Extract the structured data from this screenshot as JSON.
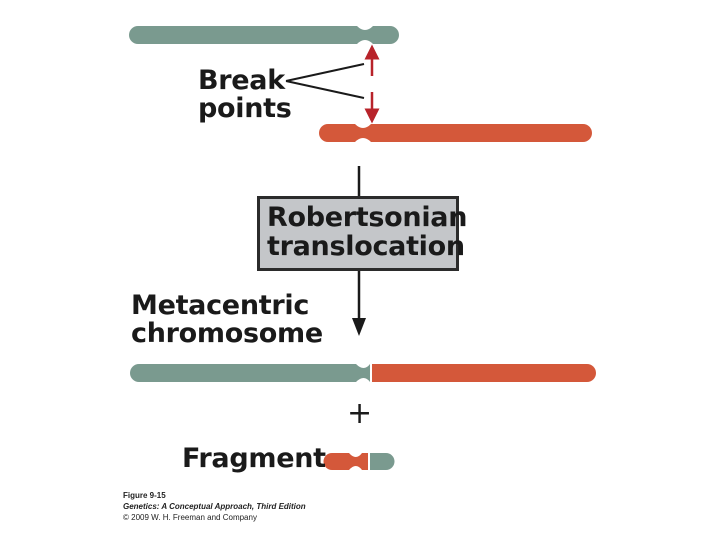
{
  "colors": {
    "chromosome_gray": "#7a9a8f",
    "chromosome_orange": "#d4583a",
    "arrow_red": "#b8232a",
    "box_fill": "#c4c6c9"
  },
  "labels": {
    "break_points": [
      "Break",
      "points"
    ],
    "process": [
      "Robertsonian",
      "translocation"
    ],
    "metacentric": [
      "Metacentric",
      "chromosome"
    ],
    "plus": "+",
    "fragment": "Fragment"
  },
  "caption": {
    "figure": "Figure 9-15",
    "book": "Genetics: A Conceptual Approach, Third Edition",
    "copyright": "© 2009 W. H. Freeman and Company"
  }
}
